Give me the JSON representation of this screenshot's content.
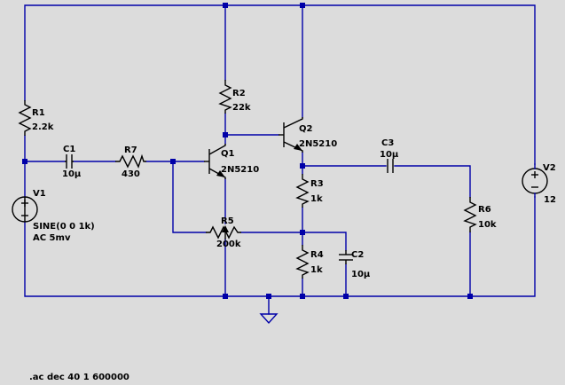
{
  "components": {
    "r1": {
      "ref": "R1",
      "value": "2.2k"
    },
    "r2": {
      "ref": "R2",
      "value": "22k"
    },
    "r3": {
      "ref": "R3",
      "value": "1k"
    },
    "r4": {
      "ref": "R4",
      "value": "1k"
    },
    "r5": {
      "ref": "R5",
      "value": "200k"
    },
    "r6": {
      "ref": "R6",
      "value": "10k"
    },
    "r7": {
      "ref": "R7",
      "value": "430"
    },
    "c1": {
      "ref": "C1",
      "value": "10µ"
    },
    "c2": {
      "ref": "C2",
      "value": "10µ"
    },
    "c3": {
      "ref": "C3",
      "value": "10µ"
    },
    "q1": {
      "ref": "Q1",
      "value": "2N5210"
    },
    "q2": {
      "ref": "Q2",
      "value": "2N5210"
    },
    "v1": {
      "ref": "V1",
      "line1": "SINE(0 0 1k)",
      "line2": "AC 5mv"
    },
    "v2": {
      "ref": "V2",
      "value": "12"
    }
  },
  "directive": ".ac dec 40 1 600000",
  "colors": {
    "background": "#dcdcdc",
    "wire": "#0000a8",
    "component": "#000000"
  }
}
